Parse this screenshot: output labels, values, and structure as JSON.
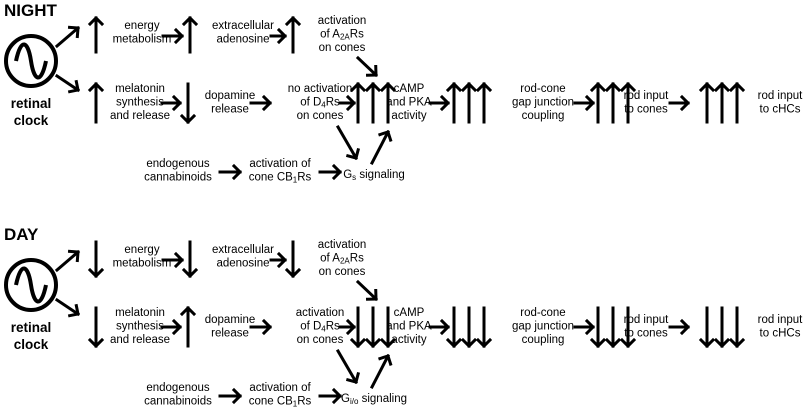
{
  "panels": [
    {
      "id": "night",
      "title": "NIGHT",
      "clock_label": [
        "retinal",
        "clock"
      ],
      "nodes": {
        "energy": [
          "energy",
          "metabolism"
        ],
        "adenosine": [
          "extracellular",
          "adenosine"
        ],
        "a2a": [
          "activation",
          "of A|2A|Rs",
          "on cones"
        ],
        "melatonin": [
          "melatonin",
          "synthesis",
          "and release"
        ],
        "dopamine": [
          "dopamine",
          "release"
        ],
        "d4": [
          "no activation",
          "of D|4|Rs",
          "on cones"
        ],
        "camp": [
          "cAMP",
          "and PKA",
          "activity"
        ],
        "coupling": [
          "rod-cone",
          "gap junction",
          "coupling"
        ],
        "rod_cones": [
          "rod input",
          "to cones"
        ],
        "rod_chcs": [
          "rod input",
          "to cHCs"
        ],
        "cannabinoids": [
          "endogenous",
          "cannabinoids"
        ],
        "cb1": [
          "activation of",
          "cone CB|1|Rs"
        ],
        "g": [
          "G|s| signaling"
        ]
      },
      "changes": {
        "energy": "up",
        "adenosine": "up",
        "melatonin": "up",
        "dopamine": "down",
        "camp": "up",
        "coupling": "up",
        "rod_cones": "up",
        "rod_chcs": "up"
      }
    },
    {
      "id": "day",
      "title": "DAY",
      "clock_label": [
        "retinal",
        "clock"
      ],
      "nodes": {
        "energy": [
          "energy",
          "metabolism"
        ],
        "adenosine": [
          "extracellular",
          "adenosine"
        ],
        "a2a": [
          "activation",
          "of A|2A|Rs",
          "on cones"
        ],
        "melatonin": [
          "melatonin",
          "synthesis",
          "and release"
        ],
        "dopamine": [
          "dopamine",
          "release"
        ],
        "d4": [
          "activation",
          "of D|4|Rs",
          "on cones"
        ],
        "camp": [
          "cAMP",
          "and PKA",
          "activity"
        ],
        "coupling": [
          "rod-cone",
          "gap junction",
          "coupling"
        ],
        "rod_cones": [
          "rod input",
          "to cones"
        ],
        "rod_chcs": [
          "rod input",
          "to cHCs"
        ],
        "cannabinoids": [
          "endogenous",
          "cannabinoids"
        ],
        "cb1": [
          "activation of",
          "cone CB|1|Rs"
        ],
        "g": [
          "G|i/o| signaling"
        ]
      },
      "changes": {
        "energy": "down",
        "adenosine": "down",
        "melatonin": "down",
        "dopamine": "up",
        "camp": "down",
        "coupling": "down",
        "rod_cones": "down",
        "rod_chcs": "down"
      }
    }
  ]
}
